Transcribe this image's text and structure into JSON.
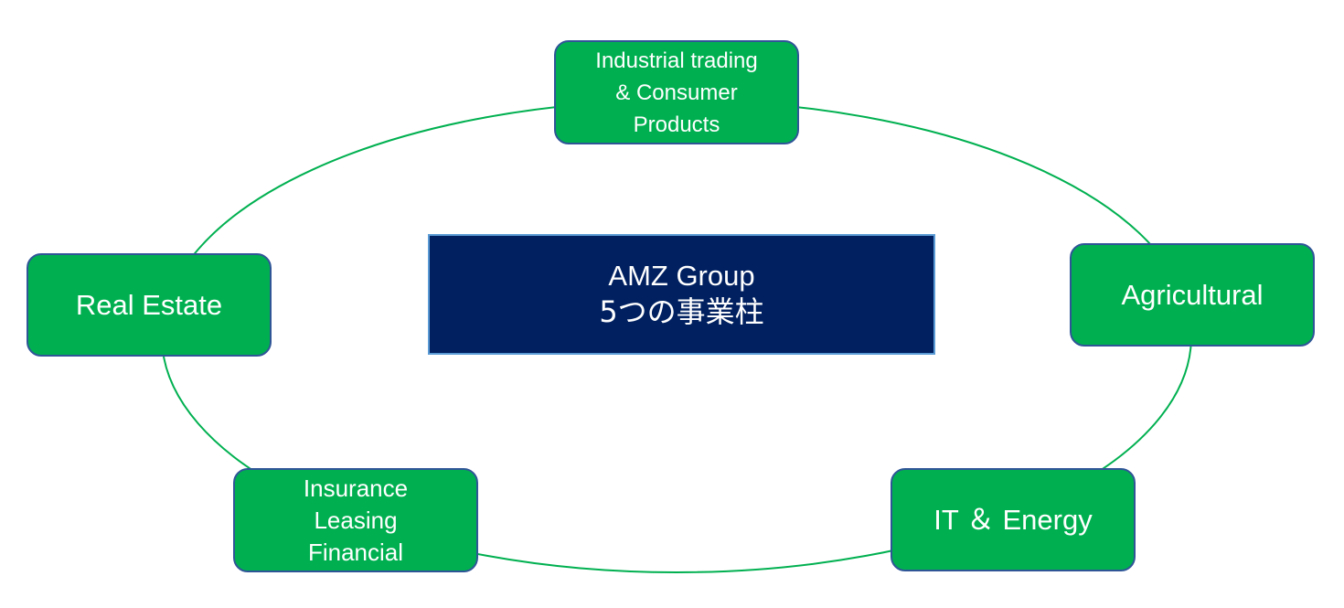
{
  "diagram": {
    "center": {
      "line1": "AMZ Group",
      "line2": "5つの事業柱"
    },
    "nodes": {
      "industrial": {
        "lines": [
          "Industrial trading",
          "& Consumer",
          "Products"
        ]
      },
      "agricultural": {
        "lines": [
          "Agricultural"
        ]
      },
      "it_energy": {
        "lines": [
          "IT ＆ Energy"
        ]
      },
      "insurance": {
        "lines": [
          "Insurance",
          "Leasing",
          "Financial"
        ]
      },
      "real_estate": {
        "lines": [
          "Real Estate"
        ]
      }
    },
    "colors": {
      "node_fill": "#00b050",
      "node_border": "#2f5597",
      "ring_stroke": "#00b050",
      "center_fill": "#002060",
      "center_border": "#5b9bd5",
      "text": "#ffffff"
    }
  }
}
